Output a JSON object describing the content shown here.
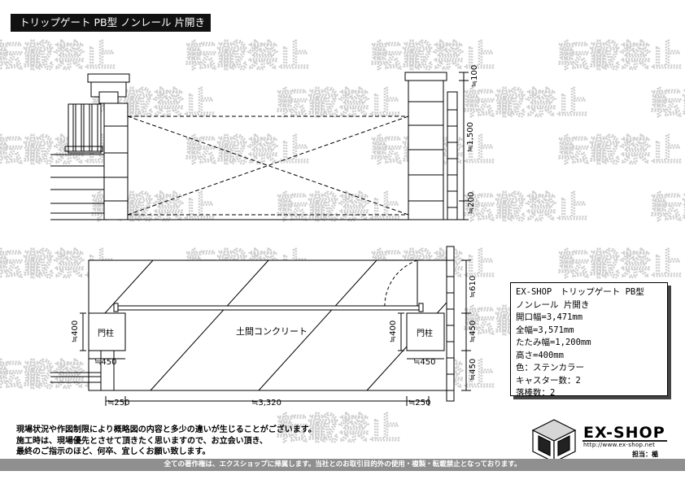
{
  "title": "トリップゲート PB型 ノンレール 片開き",
  "watermark_text": "転載禁止",
  "elevation": {
    "dim_top": "≒100",
    "dim_mid": "≒1,500",
    "dim_bottom": "≒200"
  },
  "plan": {
    "left_pillar_label": "門柱",
    "right_pillar_label": "門柱",
    "floor_label": "土間コンクリート",
    "left_pillar_height_dim": "≒400",
    "right_pillar_height_dim": "≒400",
    "left_pillar_width_dim": "≒450",
    "right_pillar_width_dim": "≒450",
    "right_dim_top": "≒610",
    "right_dim_mid": "≒450",
    "right_dim_bottom": "≒450",
    "bottom_dim_left": "≒250",
    "bottom_dim_center": "≒3,320",
    "bottom_dim_right": "≒250"
  },
  "spec": {
    "lines": [
      "EX-SHOP　トリップゲート PB型",
      "ノンレール 片開き",
      "開口幅=3,471mm",
      "全幅=3,571mm",
      "たたみ幅=1,200mm",
      "高さ=400mm",
      "色：ステンカラー",
      "キャスター数：2",
      "落棒数：2"
    ]
  },
  "notes": {
    "line1": "現場状況や作図制限により概略図の内容と多少の違いが生じることがございます。",
    "line2": "施工時は、現場優先とさせて頂きたく思いますので、お立会い頂き、",
    "line3": "最終のご指示のほど、何卒、宜しくお願い致します。"
  },
  "footer": "全ての著作権は、エクスショップに帰属します。当社とのお取引目的外の使用・複製・転載禁止となっております。",
  "logo": {
    "name": "EX-SHOP",
    "url": "http://www.ex-shop.net",
    "person": "担当：楯"
  }
}
